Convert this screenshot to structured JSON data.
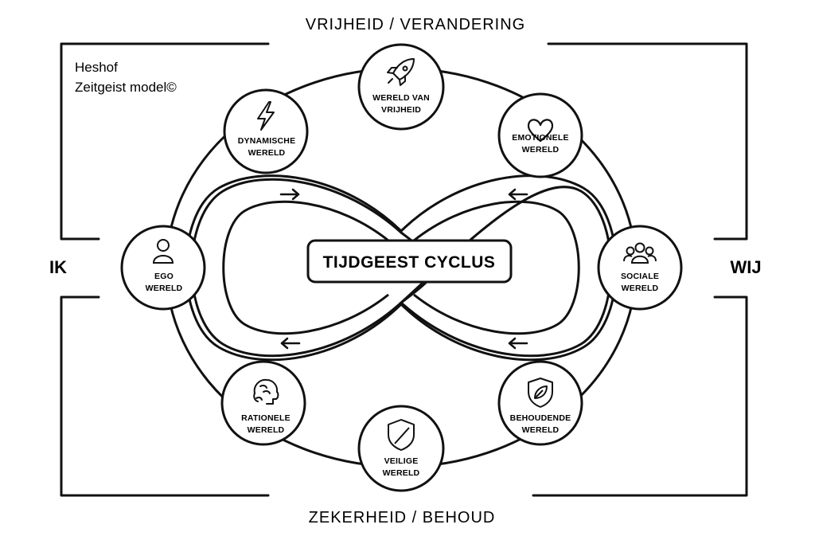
{
  "labels": {
    "top": "VRIJHEID / VERANDERING",
    "bottom": "ZEKERHEID / BEHOUD",
    "left": "IK",
    "right": "WIJ"
  },
  "credit": {
    "line1": "Heshof",
    "line2": "Zeitgeist model©"
  },
  "center": {
    "title": "TIJDGEEST CYCLUS"
  },
  "nodes": {
    "vrijheid": {
      "line1": "WERELD VAN",
      "line2": "VRIJHEID",
      "icon": "rocket-icon"
    },
    "emotionele": {
      "line1": "EMOTIONELE",
      "line2": "WERELD",
      "icon": "heart-icon"
    },
    "sociale": {
      "line1": "SOCIALE",
      "line2": "WERELD",
      "icon": "group-icon"
    },
    "behoudende": {
      "line1": "BEHOUDENDE",
      "line2": "WERELD",
      "icon": "shield-leaf-icon"
    },
    "veilige": {
      "line1": "VEILIGE",
      "line2": "WERELD",
      "icon": "shield-icon"
    },
    "rationele": {
      "line1": "RATIONELE",
      "line2": "WERELD",
      "icon": "brain-icon"
    },
    "ego": {
      "line1": "EGO",
      "line2": "WERELD",
      "icon": "person-icon"
    },
    "dynamische": {
      "line1": "DYNAMISCHE",
      "line2": "WERELD",
      "icon": "lightning-icon"
    }
  },
  "colors": {
    "stroke": "#111111",
    "background": "#ffffff"
  }
}
